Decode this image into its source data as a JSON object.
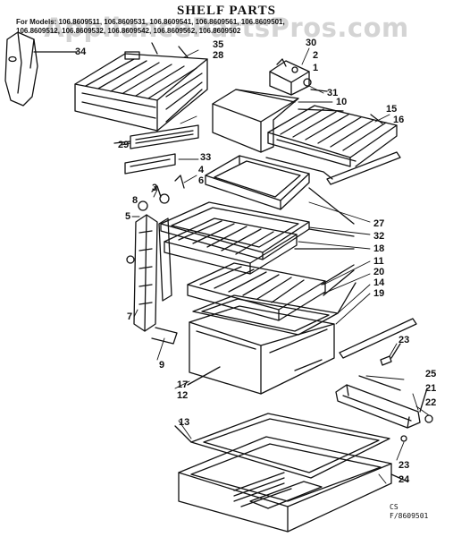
{
  "title": "SHELF PARTS",
  "models_text": "For Models: 106.8609511, 106.8609531, 106.8609541, 106.8609561, 106.8609501,",
  "models_text_2": "106.8609512, 106.8609532, 106.8609542, 106.8609562, 106.8609502",
  "watermark": "AppliancePartsPros.com",
  "footer_code": "CS",
  "footer_part": "F/8609501",
  "callouts": {
    "c34": "34",
    "c35": "35",
    "c28": "28",
    "c30": "30",
    "c2": "2",
    "c1": "1",
    "c31": "31",
    "c10": "10",
    "c15": "15",
    "c16": "16",
    "c29": "29",
    "c33": "33",
    "c4": "4",
    "c6": "6",
    "c3": "3",
    "c8": "8",
    "c5": "5",
    "c27": "27",
    "c32": "32",
    "c18": "18",
    "c11": "11",
    "c20": "20",
    "c14": "14",
    "c19": "19",
    "c7": "7",
    "c9": "9",
    "c17": "17",
    "c12": "12",
    "c23a": "23",
    "c25": "25",
    "c21": "21",
    "c22": "22",
    "c13": "13",
    "c23b": "23",
    "c24": "24"
  }
}
